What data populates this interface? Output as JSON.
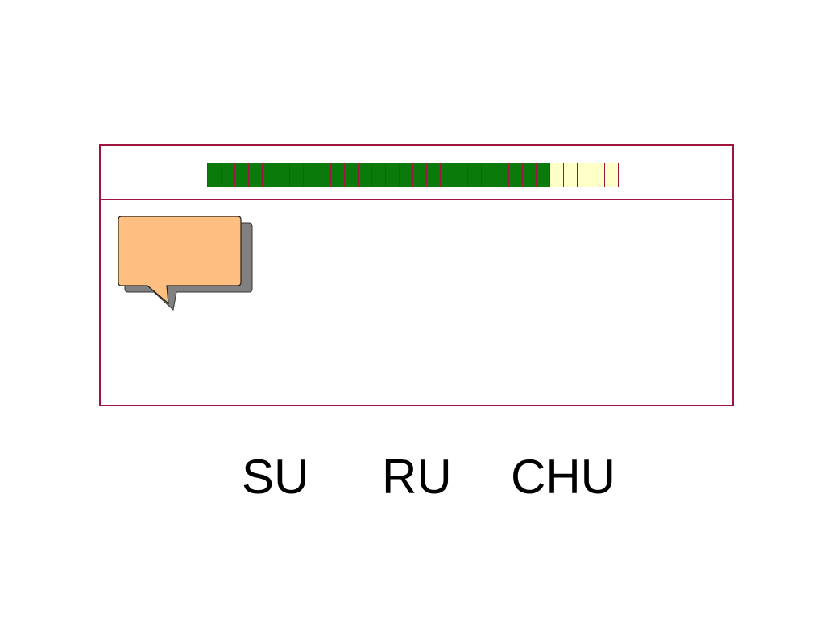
{
  "progress": {
    "filled": 25,
    "total": 30,
    "colors": {
      "filled": "#0a7a0a",
      "empty": "#ffffc8",
      "border": "#a0153e"
    }
  },
  "speech_bubble": {
    "text": "",
    "fill": "#ffbf80",
    "shadow": "#808080"
  },
  "syllables": [
    "SU",
    "RU",
    "CHU"
  ],
  "frame_color": "#a0153e"
}
